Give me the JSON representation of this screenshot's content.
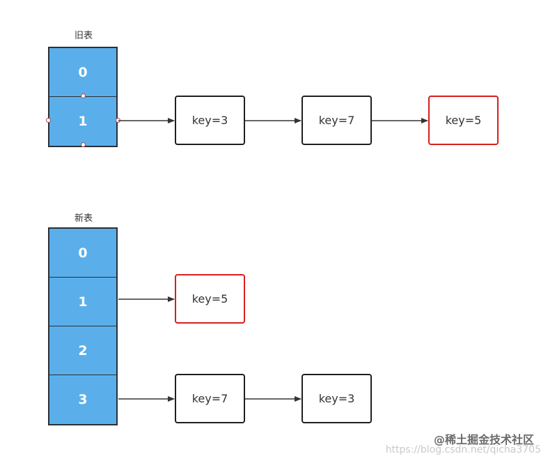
{
  "old_table": {
    "title": "旧表",
    "buckets": [
      "0",
      "1"
    ]
  },
  "new_table": {
    "title": "新表",
    "buckets": [
      "0",
      "1",
      "2",
      "3"
    ]
  },
  "old_chain_bucket1": [
    "key=3",
    "key=7",
    "key=5"
  ],
  "new_chain_bucket1": [
    "key=5"
  ],
  "new_chain_bucket3": [
    "key=7",
    "key=3"
  ],
  "colors": {
    "bucket_fill": "#5aafeb",
    "node_border": "#1f1f1f",
    "highlight_border": "#d81e1e"
  },
  "watermark": {
    "logo": "@稀土掘金技术社区",
    "url": "https://blog.csdn.net/qicha3705"
  }
}
